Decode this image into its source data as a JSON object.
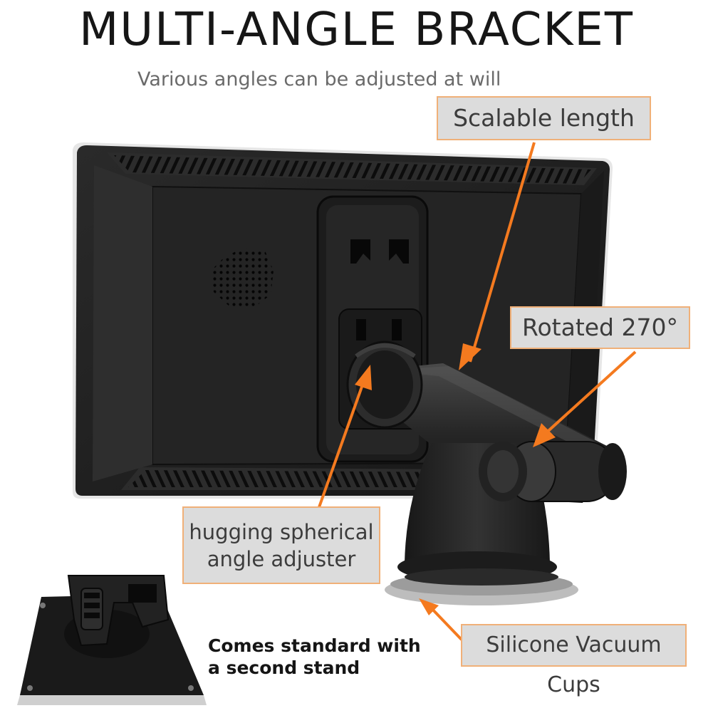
{
  "header": {
    "title": "MULTI-ANGLE BRACKET",
    "subtitle": "Various angles can be adjusted at will"
  },
  "callouts": {
    "scalable": "Scalable length",
    "rotated": "Rotated 270°",
    "hugging_line1": "hugging spherical",
    "hugging_line2": "angle adjuster",
    "silicone": "Silicone Vacuum Cups"
  },
  "second_stand": {
    "line1": "Comes standard with",
    "line2": "a second stand"
  },
  "colors": {
    "accent_orange": "#f47a1f",
    "callout_bg": "#dcdcdc",
    "callout_border": "#f0b078",
    "device_dark": "#1e1e1e"
  },
  "icons": [
    "speaker-grille-icon",
    "arrow-icon"
  ]
}
